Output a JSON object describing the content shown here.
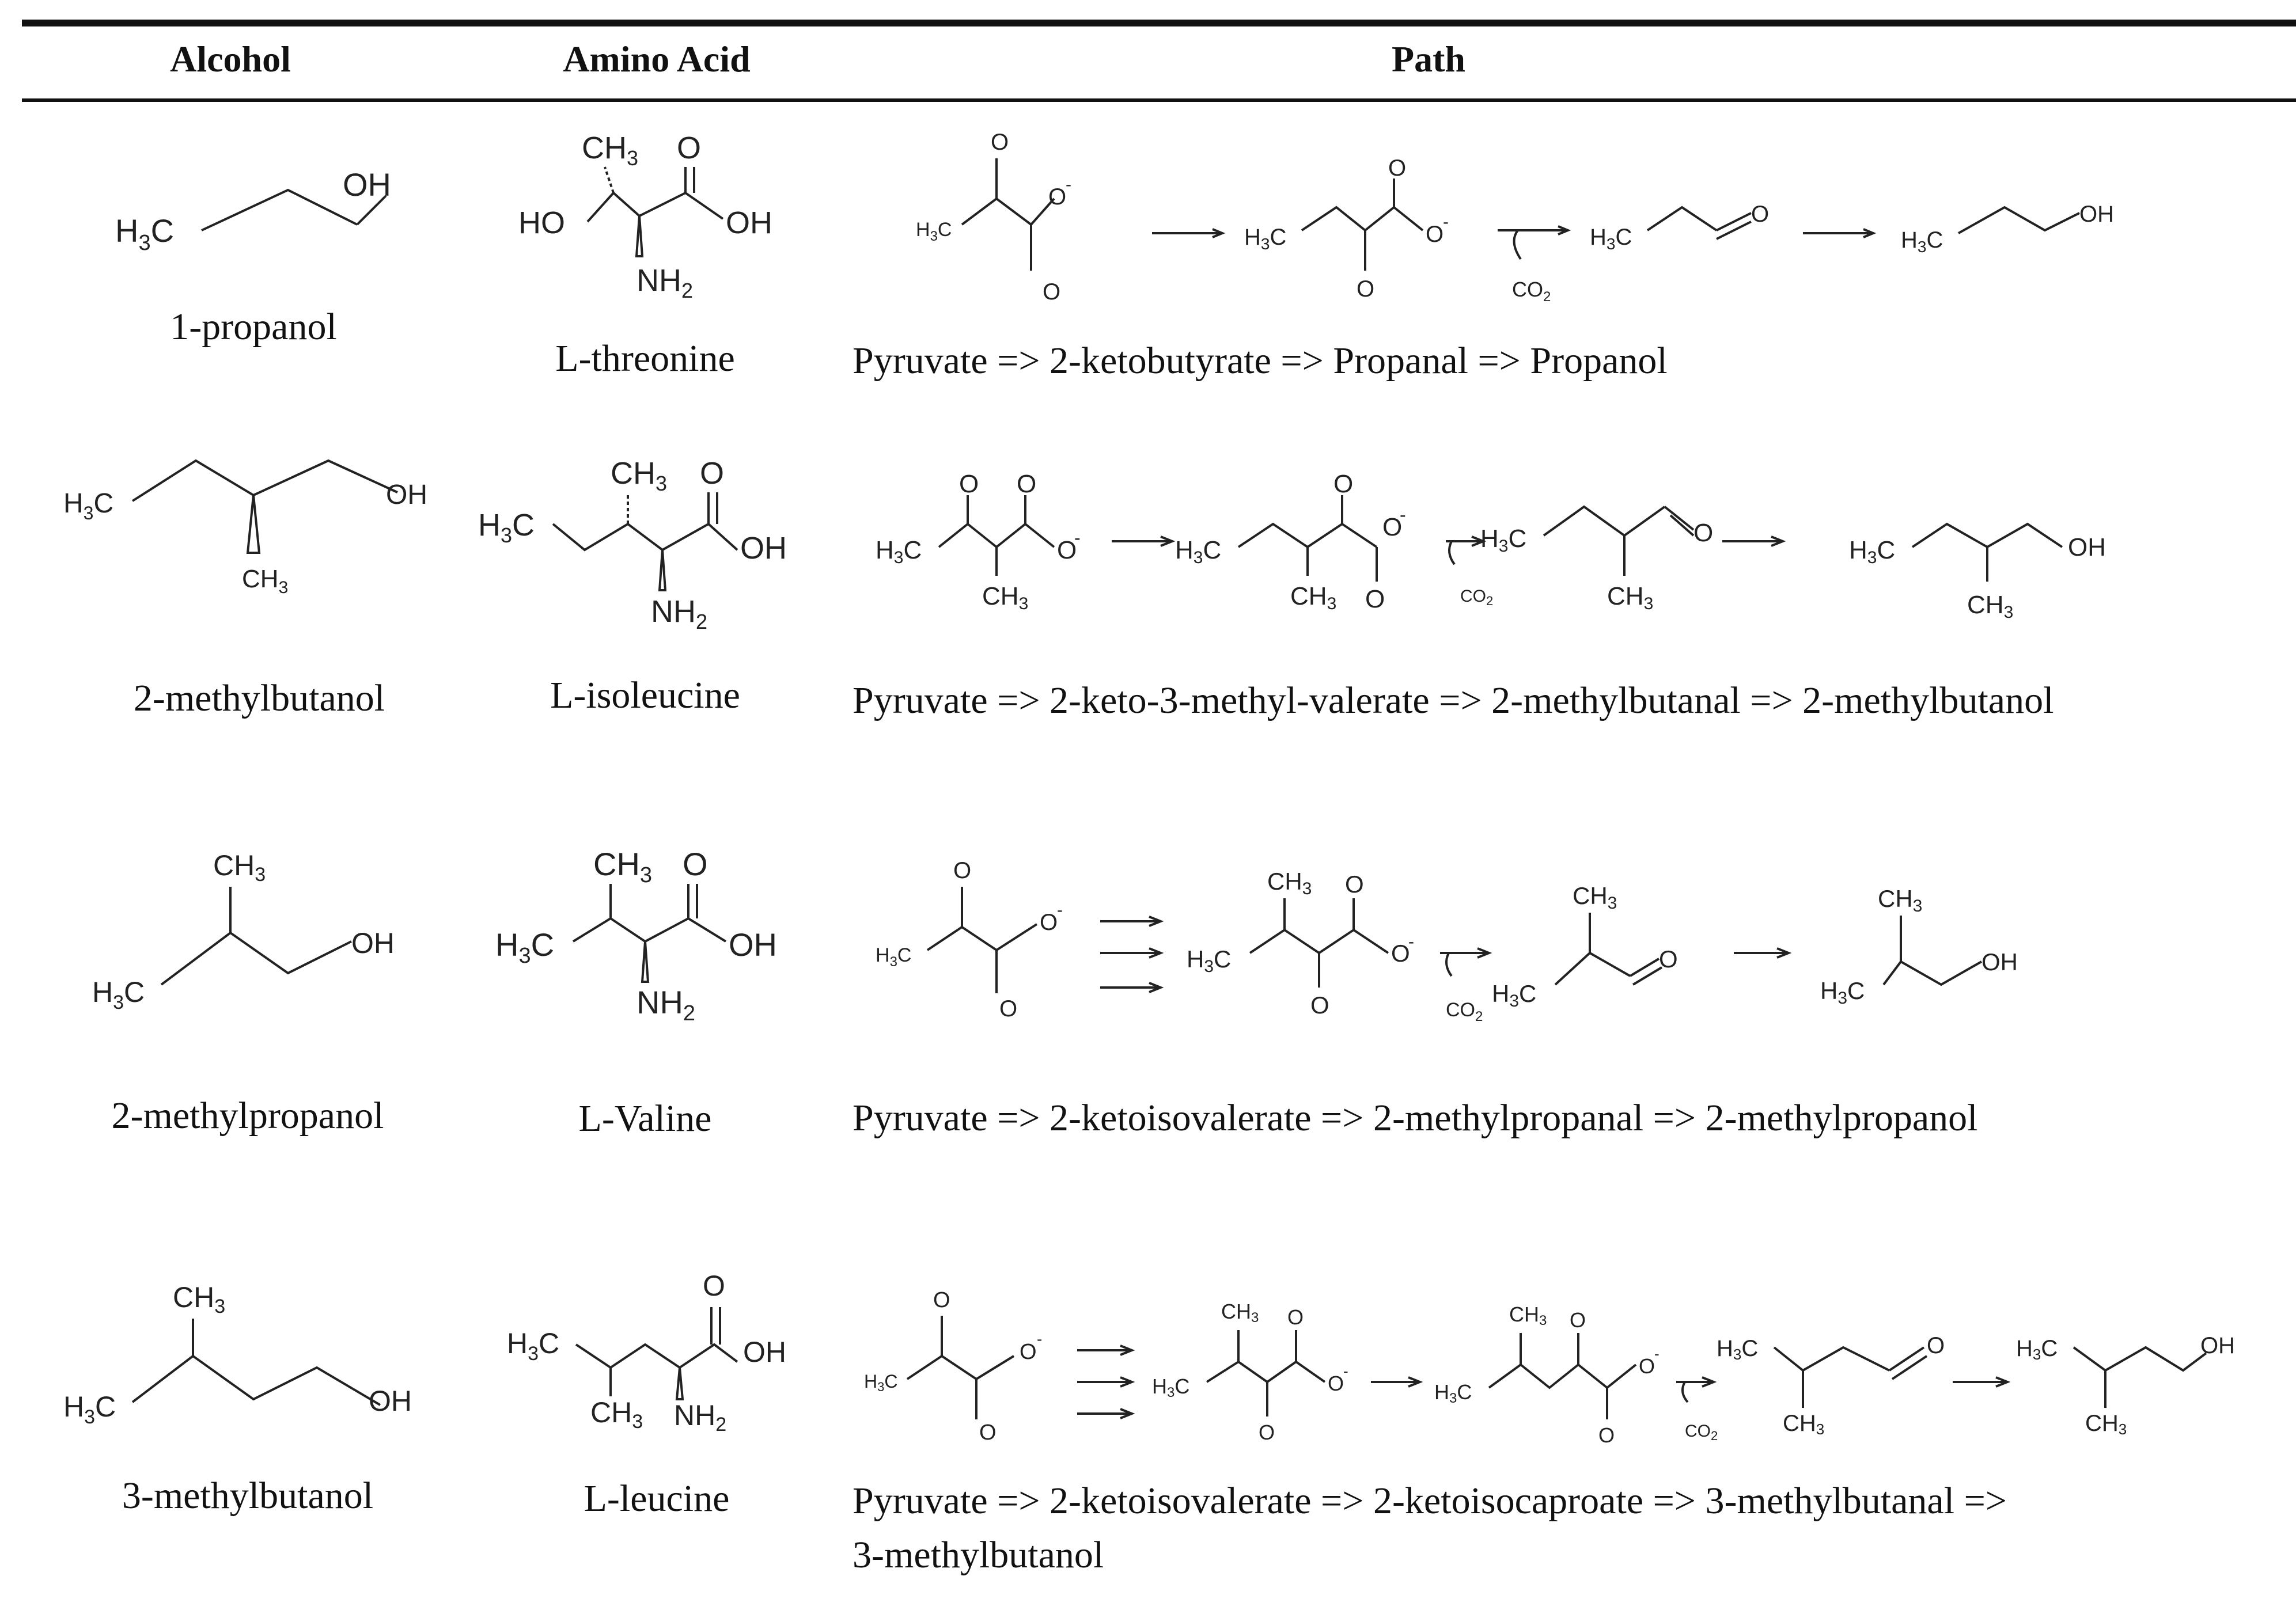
{
  "table": {
    "headers": {
      "alcohol": "Alcohol",
      "amino_acid": "Amino Acid",
      "path": "Path"
    },
    "rows": [
      {
        "alcohol": "1-propanol",
        "amino_acid": "L-threonine",
        "path": "Pyruvate => 2-ketobutyrate => Propanal => Propanol"
      },
      {
        "alcohol": "2-methylbutanol",
        "amino_acid": "L-isoleucine",
        "path": "Pyruvate => 2-keto-3-methyl-valerate => 2-methylbutanal => 2-methylbutanol"
      },
      {
        "alcohol": "2-methylpropanol",
        "amino_acid": "L-Valine",
        "path": "Pyruvate => 2-ketoisovalerate => 2-methylpropanal => 2-methylpropanol"
      },
      {
        "alcohol": "3-methylbutanol",
        "amino_acid": "L-leucine",
        "path_line1": "Pyruvate => 2-ketoisovalerate => 2-ketoisocaproate => 3-methylbutanal =>",
        "path_line2": "3-methylbutanol"
      }
    ]
  },
  "structure_labels": {
    "h3c": "H3C",
    "ch3": "CH3",
    "oh": "OH",
    "ho": "HO",
    "o": "O",
    "o_minus": "O-",
    "nh2": "NH2",
    "co2": "CO2"
  }
}
